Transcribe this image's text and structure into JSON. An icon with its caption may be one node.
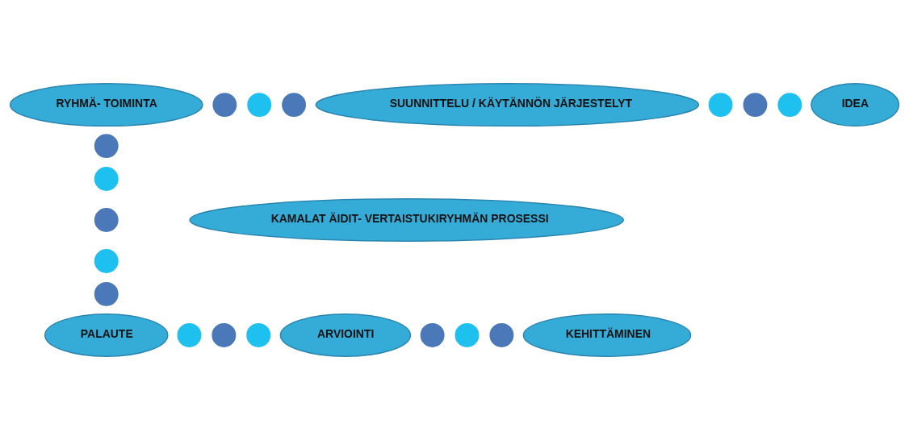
{
  "diagram": {
    "nodes": [
      {
        "text": [
          "IDEA"
        ]
      },
      {
        "text": [],
        "shape": "circle"
      },
      {
        "text": [],
        "shape": "circle"
      },
      {
        "text": [],
        "shape": "circle"
      },
      {
        "text": [
          "SUUNNITTELU / KÄYTÄNNÖN JÄRJESTELYT"
        ]
      },
      {
        "text": [],
        "shape": "circle"
      },
      {
        "text": [],
        "shape": "circle"
      },
      {
        "text": [],
        "shape": "circle"
      },
      {
        "text": [
          "RYHMÄ- TOIMINTA"
        ]
      },
      {
        "text": [],
        "shape": "circle"
      },
      {
        "text": [],
        "shape": "circle"
      },
      {
        "text": [],
        "shape": "circle"
      },
      {
        "text": [],
        "shape": "circle"
      },
      {
        "text": [],
        "shape": "circle"
      },
      {
        "text": [
          "PALAUTE"
        ]
      },
      {
        "text": [],
        "shape": "circle"
      },
      {
        "text": [],
        "shape": "circle"
      },
      {
        "text": [],
        "shape": "circle"
      },
      {
        "text": [
          "ARVIOINTI"
        ]
      },
      {
        "text": [],
        "shape": "circle"
      },
      {
        "text": [],
        "shape": "circle"
      },
      {
        "text": [],
        "shape": "circle"
      },
      {
        "text": [
          "KEHITTÄMINEN"
        ]
      },
      {
        "text": [
          "KAMALAT ÄIDIT- VERTAISTUKIRYHMÄN PROSESSI"
        ]
      }
    ]
  }
}
